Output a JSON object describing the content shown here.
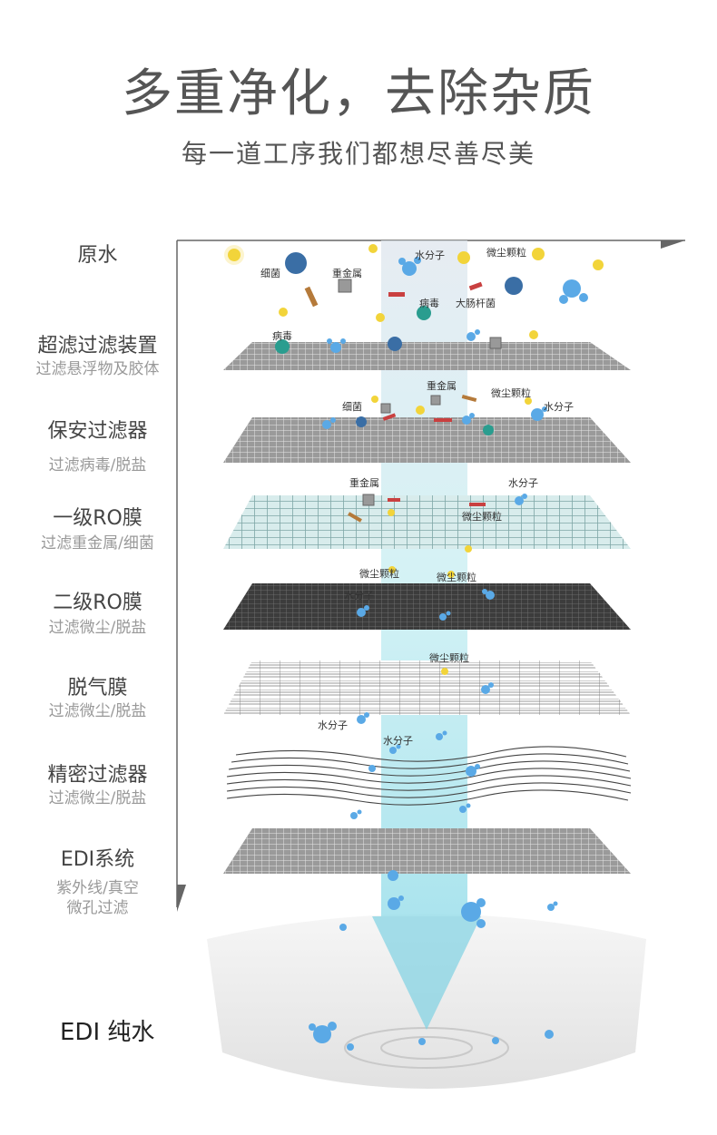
{
  "header": {
    "title": "多重净化，去除杂质",
    "subtitle": "每一道工序我们都想尽善尽美"
  },
  "stages": [
    {
      "name": "原水",
      "desc": ""
    },
    {
      "name": "超滤过滤装置",
      "desc": "过滤悬浮物及胶体"
    },
    {
      "name": "保安过滤器",
      "desc": "过滤病毒/脱盐"
    },
    {
      "name": "一级RO膜",
      "desc": "过滤重金属/细菌"
    },
    {
      "name": "二级RO膜",
      "desc": "过滤微尘/脱盐"
    },
    {
      "name": "脱气膜",
      "desc": "过滤微尘/脱盐"
    },
    {
      "name": "精密过滤器",
      "desc": "过滤微尘/脱盐"
    },
    {
      "name": "EDI系统",
      "desc": "紫外线/真空",
      "desc2": "微孔过滤"
    }
  ],
  "final": {
    "label": "EDI 纯水"
  },
  "particle_labels": {
    "raw": [
      "水分子",
      "微尘颗粒",
      "细菌",
      "重金属",
      "病毒",
      "大肠杆菌",
      "病毒"
    ],
    "layer1": [
      "重金属",
      "微尘颗粒",
      "细菌",
      "水分子"
    ],
    "layer2": [
      "重金属",
      "水分子",
      "微尘颗粒"
    ],
    "layer3": [
      "微尘颗粒",
      "微尘颗粒",
      "水分子"
    ],
    "layer4": [
      "微尘颗粒",
      "水分子"
    ],
    "layer5": [
      "水分子"
    ]
  },
  "colors": {
    "title": "#555555",
    "desc": "#999999",
    "beam": "#bfe6f0",
    "bacteria": "#3a6ea5",
    "virus": "#2a9d8f",
    "dust": "#f2d43a",
    "water": "#5aa9e6"
  }
}
